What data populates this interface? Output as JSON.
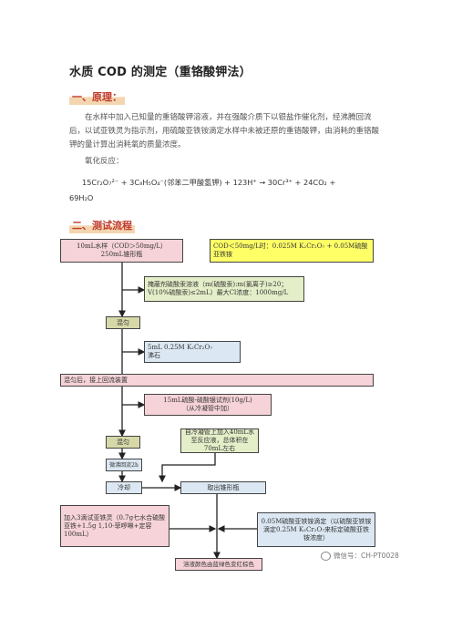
{
  "title": "水质  COD 的测定（重铬酸钾法）",
  "section1": "一、原理：",
  "principle": "在水样中加入已知量的重铬酸钾溶液，并在强酸介质下以银盐作催化剂，经沸腾回流后，以试亚铁灵为指示剂，用硫酸亚铁铵滴定水样中未被还原的重铬酸钾，由消耗的重铬酸钾的量计算出消耗氧的质量浓度。",
  "oxidation_label": "氧化反应：",
  "equation_line1": "15Cr₂O₇²⁻ + 3C₈H₅O₄⁻(邻苯二甲酸氢钾) + 123H⁺ → 30Cr³⁺ + 24CO₂ +",
  "equation_line2": "69H₂O",
  "section2": "二、测试流程",
  "flow": {
    "sample": "10mL水样（COD＞50mg/L）\n250mL锥形瓶",
    "cod_note": "COD＜50mg/L时：0.025M K₂Cr₂O₇ + 0.05M硫酸亚铁铵",
    "mask": "掩蔽剂硫酸汞溶液（m(硫酸汞):m(氯离子)≥20；V(10%硫酸汞)≤2mL）最大Cl浓度：1000mg/L",
    "mix1": "混匀",
    "reagent1": "5mL 0.25M K₂Cr₂O₇\n沸石",
    "mix_reflux": "混匀后，接上回流装置",
    "reagent2": "15mL硫酸-硫酸银试剂(10g/L)\n（从冷凝管中加）",
    "mix2": "混匀",
    "add_water": "自冷凝管上加入40mL水至反应液，总体积在70mL左右",
    "reflux": "微沸回流2h",
    "cool": "冷却",
    "remove_flask": "取出锥形瓶",
    "indicator": "加入3滴试亚铁灵（0.7g七水合硫酸亚铁+1.5g 1,10-菲啰啉+定容100mL）",
    "titrate": "0.05M硫酸亚铁铵滴定（以硫酸亚铁铵滴定0.25M K₂Cr₂O₇来标定硫酸亚铁铵浓度）",
    "endpoint": "溶液颜色由蓝绿色变红棕色"
  },
  "watermark": "微信号：CH-PT0028"
}
